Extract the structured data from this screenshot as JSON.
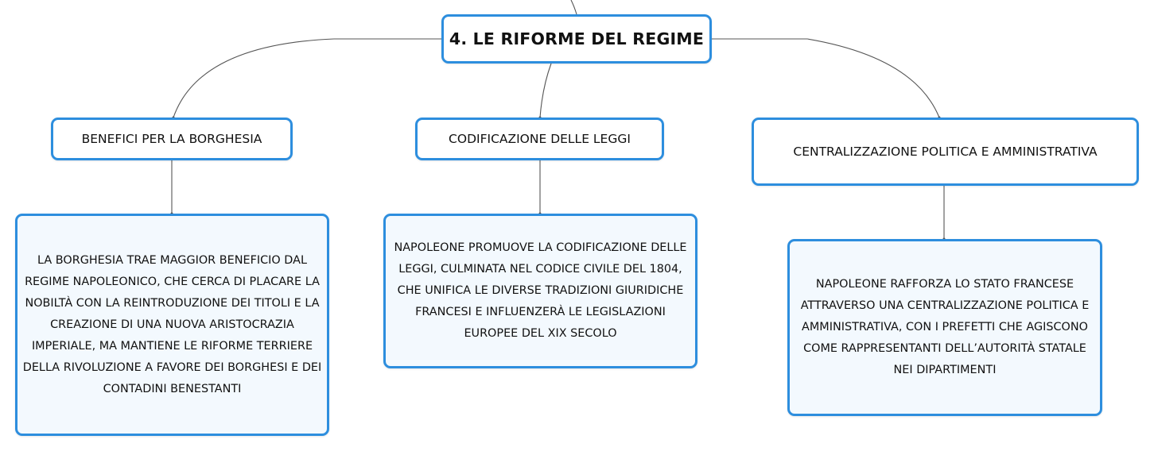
{
  "diagram": {
    "root": {
      "label": "4. LE RIFORME DEL REGIME"
    },
    "topics": [
      {
        "label": "BENEFICI PER LA BORGHESIA",
        "detail": "LA BORGHESIA TRAE MAGGIOR BENEFICIO DAL REGIME NAPOLEONICO, CHE CERCA DI PLACARE LA NOBILTÀ CON LA REINTRODUZIONE DEI TITOLI E LA CREAZIONE DI UNA NUOVA ARISTOCRAZIA IMPERIALE, MA MANTIENE LE RIFORME TERRIERE DELLA RIVOLUZIONE A FAVORE DEI BORGHESI E DEI CONTADINI BENESTANTI"
      },
      {
        "label": "CODIFICAZIONE DELLE LEGGI",
        "detail": "NAPOLEONE PROMUOVE LA CODIFICAZIONE DELLE LEGGI, CULMINATA NEL CODICE CIVILE DEL 1804, CHE UNIFICA LE DIVERSE TRADIZIONI GIURIDICHE FRANCESI E INFLUENZERÀ LE LEGISLAZIONI EUROPEE DEL XIX SECOLO"
      },
      {
        "label": "CENTRALIZZAZIONE POLITICA E AMMINISTRATIVA",
        "detail": "NAPOLEONE RAFFORZA LO STATO FRANCESE ATTRAVERSO UNA CENTRALIZZAZIONE POLITICA E AMMINISTRATIVA, CON I PREFETTI CHE AGISCONO COME RAPPRESENTANTI DELL’AUTORITÀ STATALE NEI DIPARTIMENTI"
      }
    ]
  },
  "colors": {
    "node_border": "#2d8ede",
    "detail_fill": "#f3f9fe",
    "connector": "#555555"
  }
}
